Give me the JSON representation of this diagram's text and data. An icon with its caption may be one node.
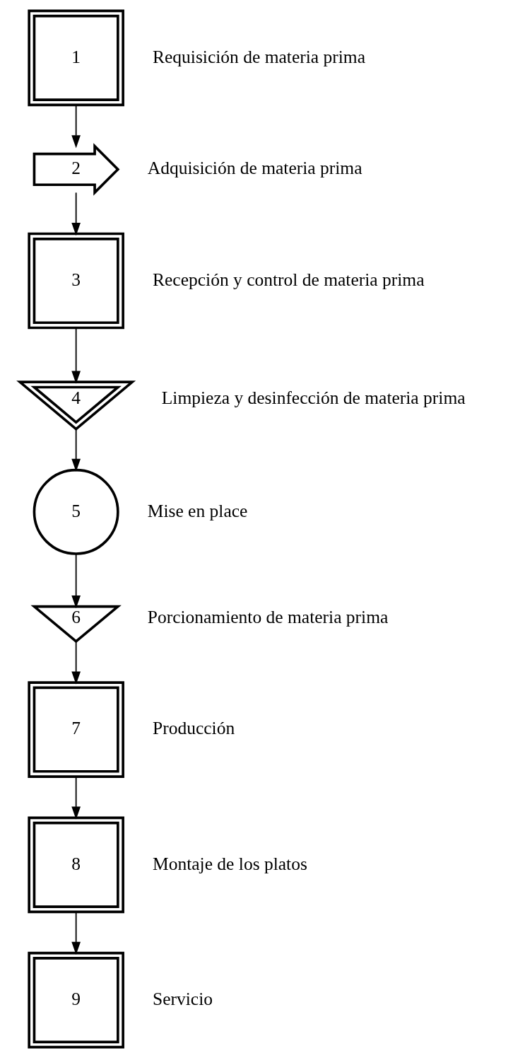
{
  "diagram": {
    "nodes": [
      {
        "text": [
          "1"
        ],
        "beside": [
          "Requisición de materia prima"
        ]
      },
      {
        "text": [
          "2"
        ],
        "beside": [
          "Adquisición de materia prima"
        ]
      },
      {
        "text": [
          "3"
        ],
        "beside": [
          "Recepción y control de materia prima"
        ]
      },
      {
        "text": [
          "4"
        ],
        "beside": [
          "Limpieza y desinfección de materia prima"
        ]
      },
      {
        "text": [
          "5"
        ],
        "beside": [
          "Mise en place"
        ]
      },
      {
        "text": [
          "6"
        ],
        "beside": [
          "Porcionamiento de materia prima"
        ]
      },
      {
        "text": [
          "7"
        ],
        "beside": [
          "Producción"
        ]
      },
      {
        "text": [
          "8"
        ],
        "beside": [
          "Montaje de los platos"
        ]
      },
      {
        "text": [
          "9"
        ],
        "beside": [
          "Servicio"
        ]
      }
    ],
    "edges": [
      {
        "from": 0,
        "to": 1,
        "arrow": "to"
      },
      {
        "from": 1,
        "to": 2,
        "arrow": "to"
      },
      {
        "from": 2,
        "to": 3,
        "arrow": "to"
      },
      {
        "from": 3,
        "to": 4,
        "arrow": "to"
      },
      {
        "from": 4,
        "to": 5,
        "arrow": "to"
      },
      {
        "from": 5,
        "to": 6,
        "arrow": "to"
      },
      {
        "from": 6,
        "to": 7,
        "arrow": "to"
      },
      {
        "from": 7,
        "to": 8,
        "arrow": "to"
      }
    ]
  }
}
